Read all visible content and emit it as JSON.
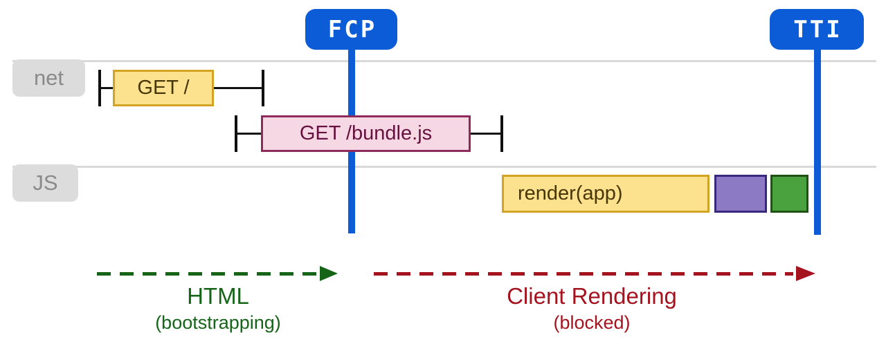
{
  "markers": {
    "fcp": {
      "label": "FCP"
    },
    "tti": {
      "label": "TTI"
    }
  },
  "lanes": {
    "net": {
      "label": "net"
    },
    "js": {
      "label": "JS"
    }
  },
  "network_bars": [
    {
      "label": "GET /"
    },
    {
      "label": "GET /bundle.js"
    }
  ],
  "js_bars": [
    {
      "label": "render(app)"
    },
    {
      "label": ""
    },
    {
      "label": ""
    }
  ],
  "phases": [
    {
      "title": "HTML",
      "subtitle": "(bootstrapping)"
    },
    {
      "title": "Client Rendering",
      "subtitle": "(blocked)"
    }
  ],
  "colors": {
    "marker_blue": "#0b5cd6",
    "lane_line_gray": "#d9d9d9",
    "lane_label_bg": "#dcdcdc",
    "lane_label_text": "#8a8a8a",
    "task_yellow_fill": "#fce28f",
    "task_yellow_border": "#d3a322",
    "request_pink_fill": "#f6d7e4",
    "request_pink_border": "#8f2a5d",
    "task_purple_fill": "#8d7ac5",
    "task_purple_border": "#38297f",
    "task_green_fill": "#4aa23e",
    "task_green_border": "#1f5214",
    "phase_html_green": "#156418",
    "phase_client_red": "#a5131f",
    "whisker_black": "#101010"
  }
}
